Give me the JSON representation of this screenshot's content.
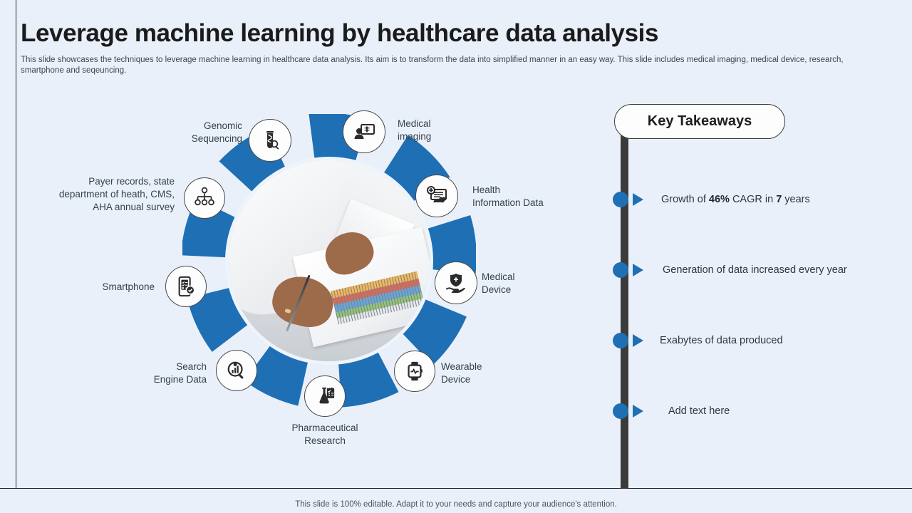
{
  "slide": {
    "title": "Leverage machine learning by healthcare data analysis",
    "subtitle": "This slide showcases the techniques to leverage machine learning in healthcare data analysis. Its aim is to transform the data into simplified manner in an easy way.  This slide includes medical imaging, medical device, research, smartphone and seqeuncing.",
    "footer": "This slide is 100% editable. Adapt it to your needs and capture your audience's attention."
  },
  "colors": {
    "background": "#e9f0fa",
    "accent_blue": "#1f6fb5",
    "timeline_dark": "#3b3b3b",
    "text_dark": "#1b1b1b",
    "text_body": "#35404e"
  },
  "wheel": {
    "center_image_alt": "doctor reviewing printed medical chart",
    "nodes": [
      {
        "id": "genomic-sequencing",
        "label": "Genomic\nSequencing",
        "icon": "dna-test-tube-icon"
      },
      {
        "id": "medical-imaging",
        "label": "Medical\nimaging",
        "icon": "xray-scan-icon"
      },
      {
        "id": "health-information",
        "label": "Health\nInformation Data",
        "icon": "health-monitor-icon"
      },
      {
        "id": "medical-device",
        "label": "Medical\nDevice",
        "icon": "hand-shield-heart-icon"
      },
      {
        "id": "wearable-device",
        "label": "Wearable\nDevice",
        "icon": "smartwatch-pulse-icon"
      },
      {
        "id": "pharmaceutical-research",
        "label": "Pharmaceutical\nResearch",
        "icon": "flask-checklist-icon"
      },
      {
        "id": "search-engine-data",
        "label": "Search\nEngine Data",
        "icon": "magnifier-bar-chart-icon"
      },
      {
        "id": "smartphone",
        "label": "Smartphone",
        "icon": "phone-checklist-icon"
      },
      {
        "id": "payer-records",
        "label": "Payer records, state\ndepartment of heath, CMS,\nAHA annual survey",
        "icon": "org-hierarchy-icon"
      }
    ]
  },
  "key_takeaways": {
    "heading": "Key Takeaways",
    "items": [
      {
        "prefix": "Growth of ",
        "bold1": "46%",
        "middle": " CAGR in ",
        "bold2": "7",
        "suffix": " years",
        "plain": ""
      },
      {
        "prefix": "",
        "bold1": "",
        "middle": "",
        "bold2": "",
        "suffix": "",
        "plain": "Generation of data increased every year"
      },
      {
        "prefix": "",
        "bold1": "",
        "middle": "",
        "bold2": "",
        "suffix": "",
        "plain": "Exabytes of data produced"
      },
      {
        "prefix": "",
        "bold1": "",
        "middle": "",
        "bold2": "",
        "suffix": "",
        "plain": "Add text here"
      }
    ]
  }
}
